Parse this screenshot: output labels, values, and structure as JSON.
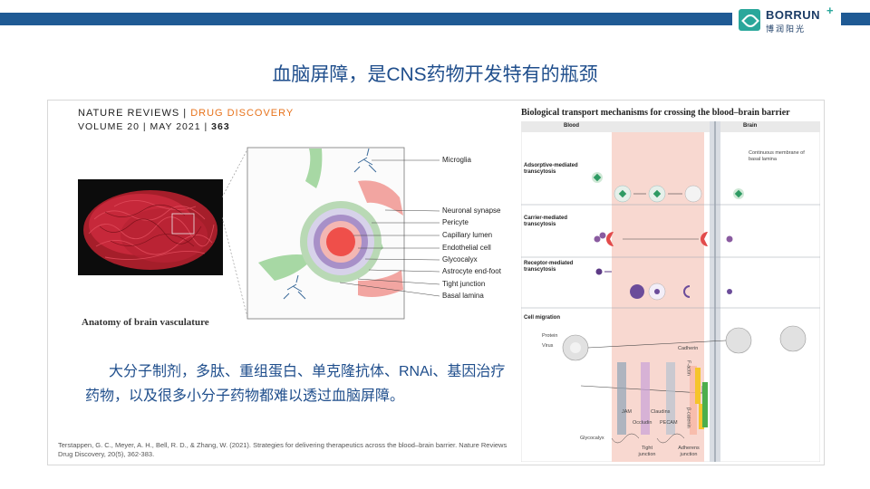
{
  "brand": {
    "name": "BORRUN",
    "plus": "+",
    "subtitle": "博润阳光"
  },
  "slide": {
    "title": "血脑屏障，是CNS药物开发特有的瓶颈",
    "body": "大分子制剂，多肽、重组蛋白、单克隆抗体、RNAi、基因治疗药物，以及很多小分子药物都难以透过血脑屏障。",
    "reference": "Terstappen, G. C., Meyer, A. H., Bell, R. D., & Zhang, W. (2021). Strategies for delivering therapeutics across the blood–brain barrier. Nature Reviews Drug Discovery, 20(5), 362-383."
  },
  "journal": {
    "name_left": "NATURE REVIEWS",
    "separator": " | ",
    "name_right": "DRUG DISCOVERY",
    "volume": "VOLUME 20 | MAY 2021 |",
    "page": "363"
  },
  "anatomy": {
    "caption": "Anatomy of brain vasculature",
    "labels": [
      "Microglia",
      "Neuronal synapse",
      "Pericyte",
      "Capillary lumen",
      "Endothelial cell",
      "Glycocalyx",
      "Astrocyte end-foot",
      "Tight junction",
      "Basal lamina"
    ]
  },
  "transport": {
    "title": "Biological transport mechanisms for crossing the blood–brain barrier",
    "blood": "Blood",
    "brain": "Brain",
    "basal_note": "Continuous membrane of basal lamina",
    "mechanisms": [
      "Adsorptive-mediated transcytosis",
      "Carrier-mediated transcytosis",
      "Receptor-mediated transcytosis",
      "Cell migration"
    ],
    "protein": "Protein",
    "virus": "Virus",
    "cadherin": "Cadherin",
    "jam": "JAM",
    "claudins": "Claudins",
    "occludin": "Occludin",
    "pecam": "PECAM",
    "glycocalyx": "Glycocalyx",
    "tight_junction": "Tight junction",
    "adherens_junction": "Adherens junction",
    "actin": "F-actin",
    "catenin": "β-catenin"
  },
  "colors": {
    "brand_blue": "#1f5a94",
    "title_blue": "#1f4e8c",
    "accent_orange": "#e7731c",
    "teal": "#2aa79b"
  }
}
